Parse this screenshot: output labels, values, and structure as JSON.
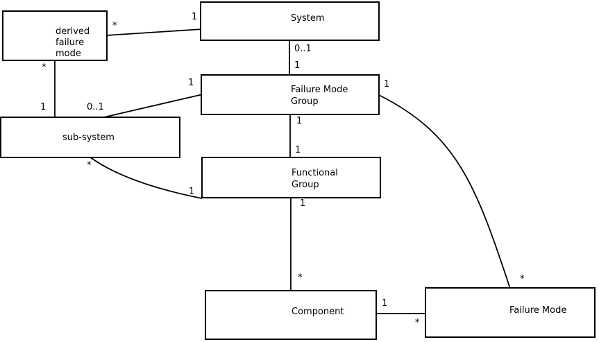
{
  "diagram": {
    "kind": "uml-class-diagram",
    "colors": {
      "background": "#ffffff",
      "line": "#000000",
      "text": "#000000"
    },
    "nodes": [
      {
        "id": "derived-failure-mode",
        "label": "derived\nfailure\nmode"
      },
      {
        "id": "system",
        "label": "System"
      },
      {
        "id": "failure-mode-group",
        "label": "Failure Mode\nGroup"
      },
      {
        "id": "sub-system",
        "label": "sub-system"
      },
      {
        "id": "functional-group",
        "label": "Functional\nGroup"
      },
      {
        "id": "component",
        "label": "Component"
      },
      {
        "id": "failure-mode",
        "label": "Failure Mode"
      }
    ],
    "edges": [
      {
        "from": "derived failure mode",
        "to": "System",
        "from_label": "*",
        "to_label": "1"
      },
      {
        "from": "derived failure mode",
        "to": "sub-system",
        "from_label": "*",
        "to_label": "1"
      },
      {
        "from": "sub-system",
        "to": "Failure Mode Group",
        "from_label": "0..1",
        "to_label": "1"
      },
      {
        "from": "System",
        "to": "Failure Mode Group",
        "from_label": "0..1",
        "to_label": "1"
      },
      {
        "from": "Failure Mode Group",
        "to": "Functional Group",
        "from_label": "1",
        "to_label": "1"
      },
      {
        "from": "sub-system",
        "to": "Functional Group",
        "from_label": "*",
        "to_label": "1"
      },
      {
        "from": "Failure Mode Group",
        "to": "Failure Mode",
        "from_label": "1",
        "to_label": "*"
      },
      {
        "from": "Functional Group",
        "to": "Component",
        "from_label": "1",
        "to_label": "*"
      },
      {
        "from": "Component",
        "to": "Failure Mode",
        "from_label": "1",
        "to_label": "*"
      }
    ]
  }
}
